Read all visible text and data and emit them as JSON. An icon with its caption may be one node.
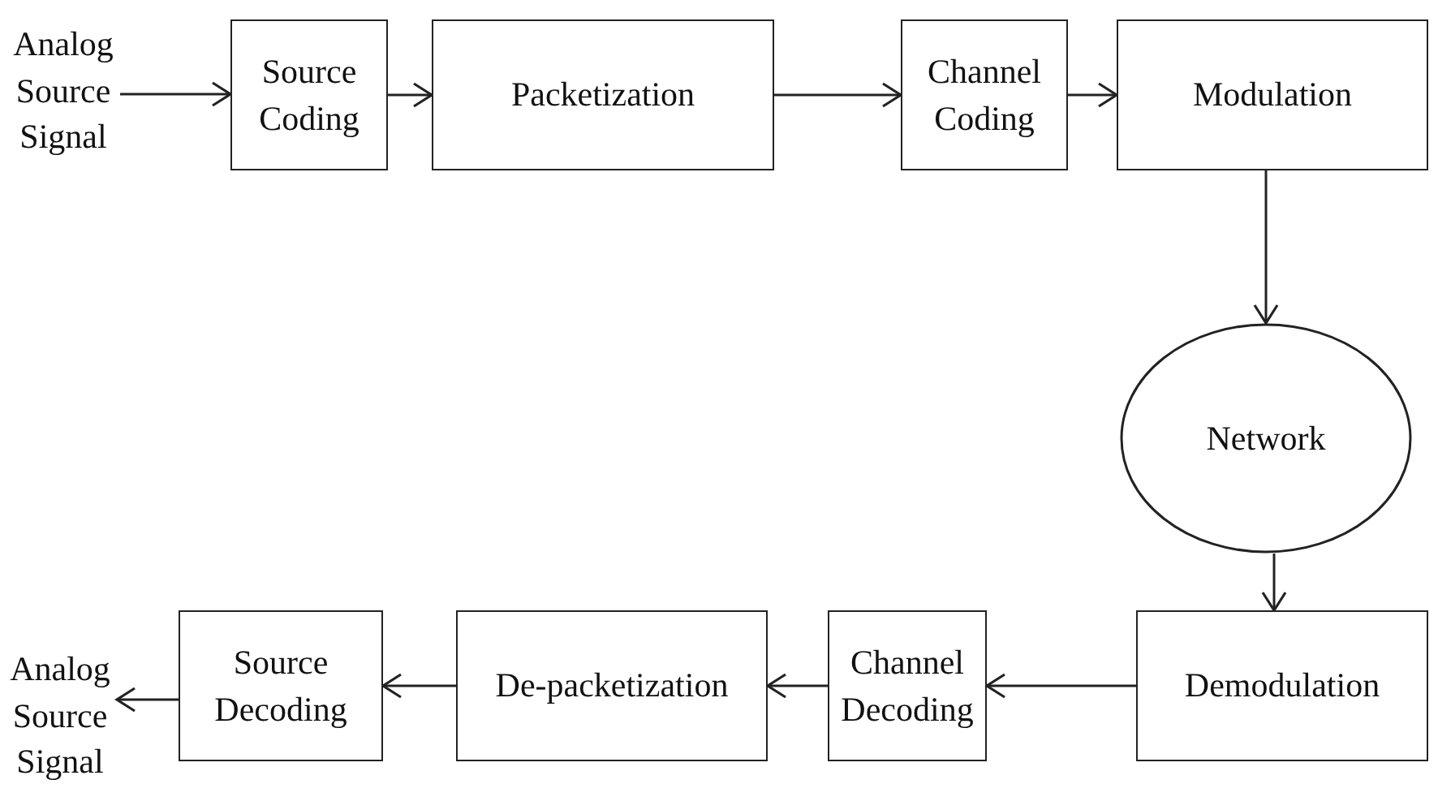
{
  "diagram": {
    "nodes": [
      {
        "text": [
          "Analog Source Signal"
        ]
      },
      {
        "text": [
          "Source Coding"
        ]
      },
      {
        "text": [
          "Packetization"
        ]
      },
      {
        "text": [
          "Channel Coding"
        ]
      },
      {
        "text": [
          "Modulation"
        ]
      },
      {
        "text": [
          "Network"
        ]
      },
      {
        "text": [
          "Demodulation"
        ]
      },
      {
        "text": [
          "Channel Decoding"
        ]
      },
      {
        "text": [
          "De-packetization"
        ]
      },
      {
        "text": [
          "Source Decoding"
        ]
      },
      {
        "text": [
          "Analog Source Signal"
        ]
      }
    ],
    "edges": [
      {
        "from": 0,
        "to": 1,
        "arrow": "to"
      },
      {
        "from": 1,
        "to": 2,
        "arrow": "to"
      },
      {
        "from": 2,
        "to": 3,
        "arrow": "to"
      },
      {
        "from": 3,
        "to": 4,
        "arrow": "to"
      },
      {
        "from": 4,
        "to": 5,
        "arrow": "to"
      },
      {
        "from": 5,
        "to": 6,
        "arrow": "to"
      },
      {
        "from": 6,
        "to": 7,
        "arrow": "to"
      },
      {
        "from": 7,
        "to": 8,
        "arrow": "to"
      },
      {
        "from": 8,
        "to": 9,
        "arrow": "to"
      },
      {
        "from": 9,
        "to": 10,
        "arrow": "to"
      }
    ]
  }
}
